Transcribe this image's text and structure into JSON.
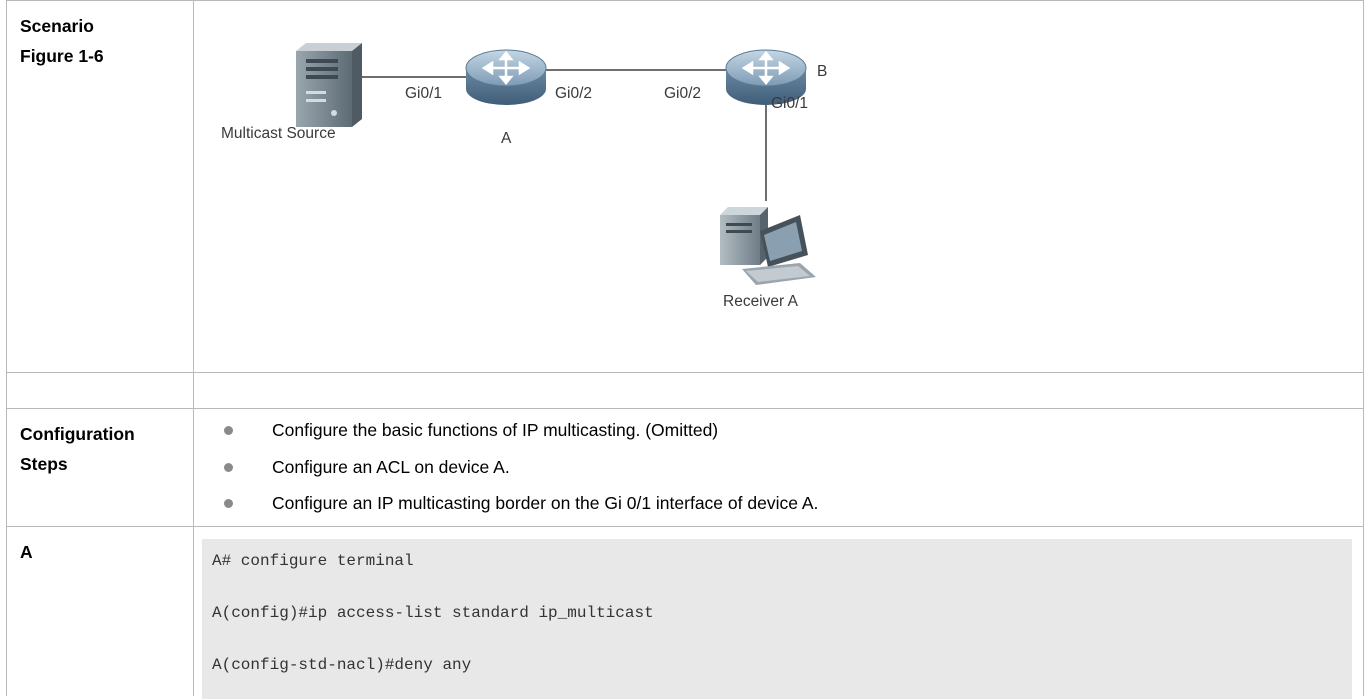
{
  "rows": {
    "scenario": {
      "label_line1": "Scenario",
      "label_line2": "Figure 1-6",
      "diagram": {
        "source_label": "Multicast Source",
        "router_a_label": "A",
        "router_b_label": "B",
        "receiver_label": "Receiver A",
        "iface_a_left": "Gi0/1",
        "iface_a_right": "Gi0/2",
        "iface_b_left": "Gi0/2",
        "iface_b_down": "Gi0/1"
      }
    },
    "config": {
      "label_line1": "Configuration",
      "label_line2": "Steps",
      "steps": [
        "Configure the basic functions of IP multicasting. (Omitted)",
        "Configure an ACL on device A.",
        "Configure an IP multicasting border on the Gi 0/1 interface of device A."
      ]
    },
    "device_a": {
      "label": "A",
      "code_lines": [
        "A# configure terminal",
        "A(config)#ip access-list standard ip_multicast",
        "A(config-std-nacl)#deny any"
      ]
    }
  }
}
